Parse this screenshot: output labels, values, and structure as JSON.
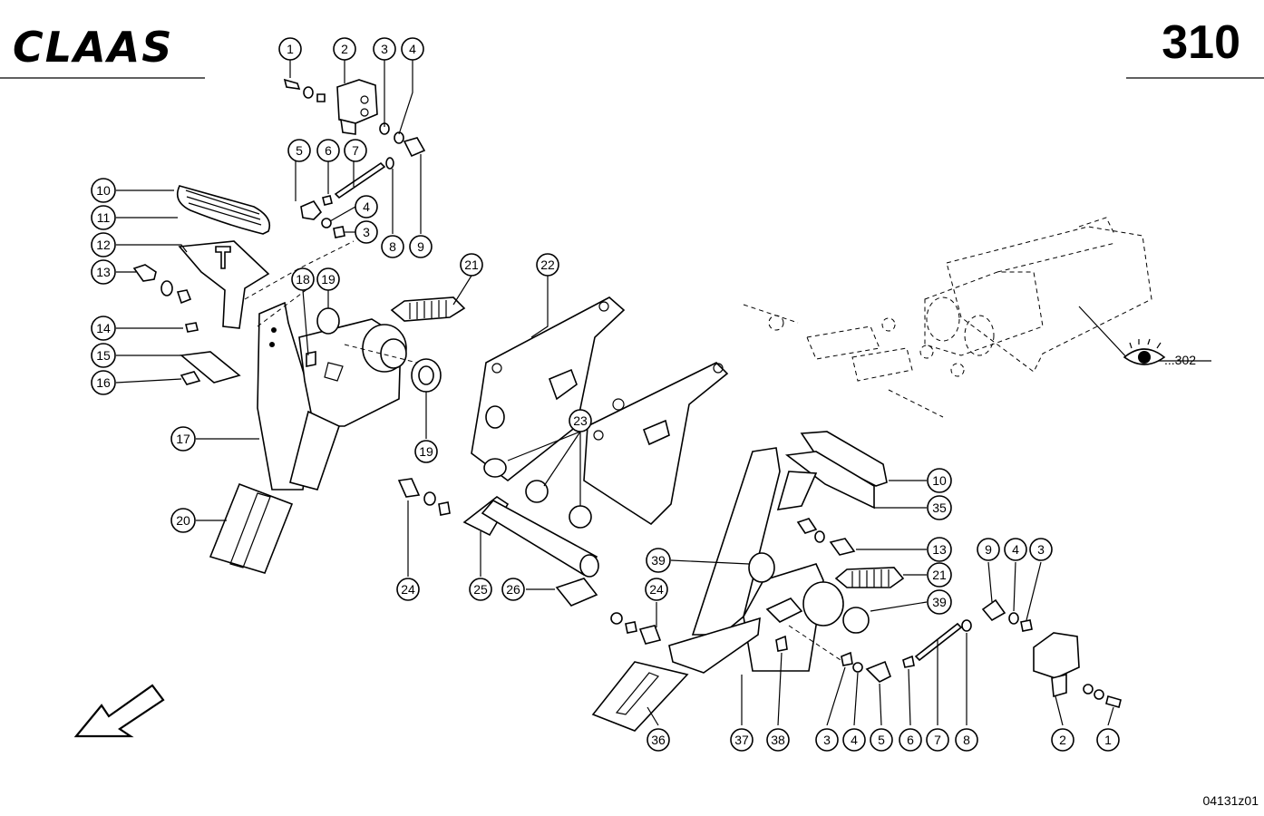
{
  "header": {
    "brand": "CLAAS",
    "page_number": "310"
  },
  "reference": {
    "eye_icon": "eye-icon",
    "target": "...302"
  },
  "footer": {
    "drawing_id": "04131z01"
  },
  "callouts": {
    "a1": "1",
    "a2": "2",
    "a3": "3",
    "a4": "4",
    "a5": "5",
    "a6": "6",
    "a7": "7",
    "a4b": "4",
    "a3b": "3",
    "a8": "8",
    "a9": "9",
    "a10": "10",
    "a11": "11",
    "a12": "12",
    "a13": "13",
    "a14": "14",
    "a15": "15",
    "a16": "16",
    "a17": "17",
    "a18": "18",
    "a19": "19",
    "a19b": "19",
    "a20": "20",
    "a21": "21",
    "a22": "22",
    "a23": "23",
    "a24": "24",
    "a25": "25",
    "a26": "26",
    "a24b": "24",
    "b39": "39",
    "b10": "10",
    "b35": "35",
    "b13": "13",
    "b21": "21",
    "b39b": "39",
    "b36": "36",
    "b37": "37",
    "b38": "38",
    "b3": "3",
    "b4": "4",
    "b5": "5",
    "b6": "6",
    "b7": "7",
    "b8": "8",
    "b9": "9",
    "b4t": "4",
    "b3t": "3",
    "b2": "2",
    "b1": "1"
  },
  "arrow_icon": "direction-arrow-icon"
}
